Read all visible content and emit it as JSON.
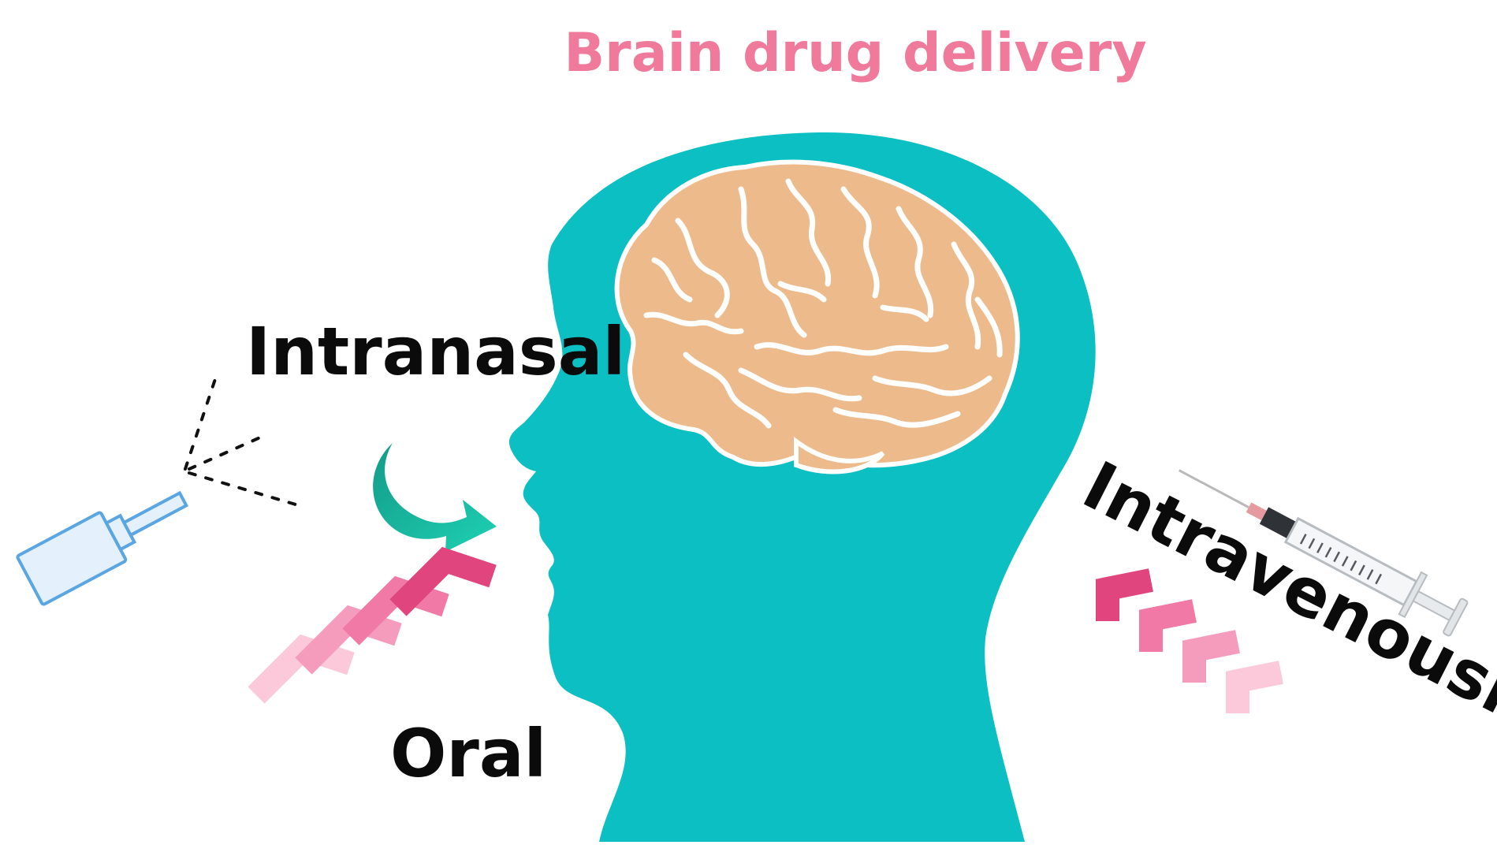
{
  "title": "Brain drug delivery",
  "routes": {
    "intranasal": "Intranasal",
    "oral": "Oral",
    "intravenously": "Intravenously"
  },
  "icons": {
    "head": "head-silhouette-icon",
    "brain": "brain-icon",
    "nasal_spray": "nasal-spray-icon",
    "syringe": "syringe-icon",
    "curved_arrow": "curved-arrow-icon",
    "chevrons": "chevron-arrows-icon"
  },
  "colors": {
    "title": "#f07a9b",
    "head": "#0bbfc3",
    "brain": "#edbb8b",
    "brain_folds": "#ffffff",
    "curved_arrow": "#18c4a8",
    "chevron_1": "#e0457d",
    "chevron_2": "#f07aa5",
    "chevron_3": "#f59cbc",
    "chevron_4": "#fbc9da",
    "spray_outline": "#5aa6e3",
    "spray_fill": "#e4f1fc"
  }
}
